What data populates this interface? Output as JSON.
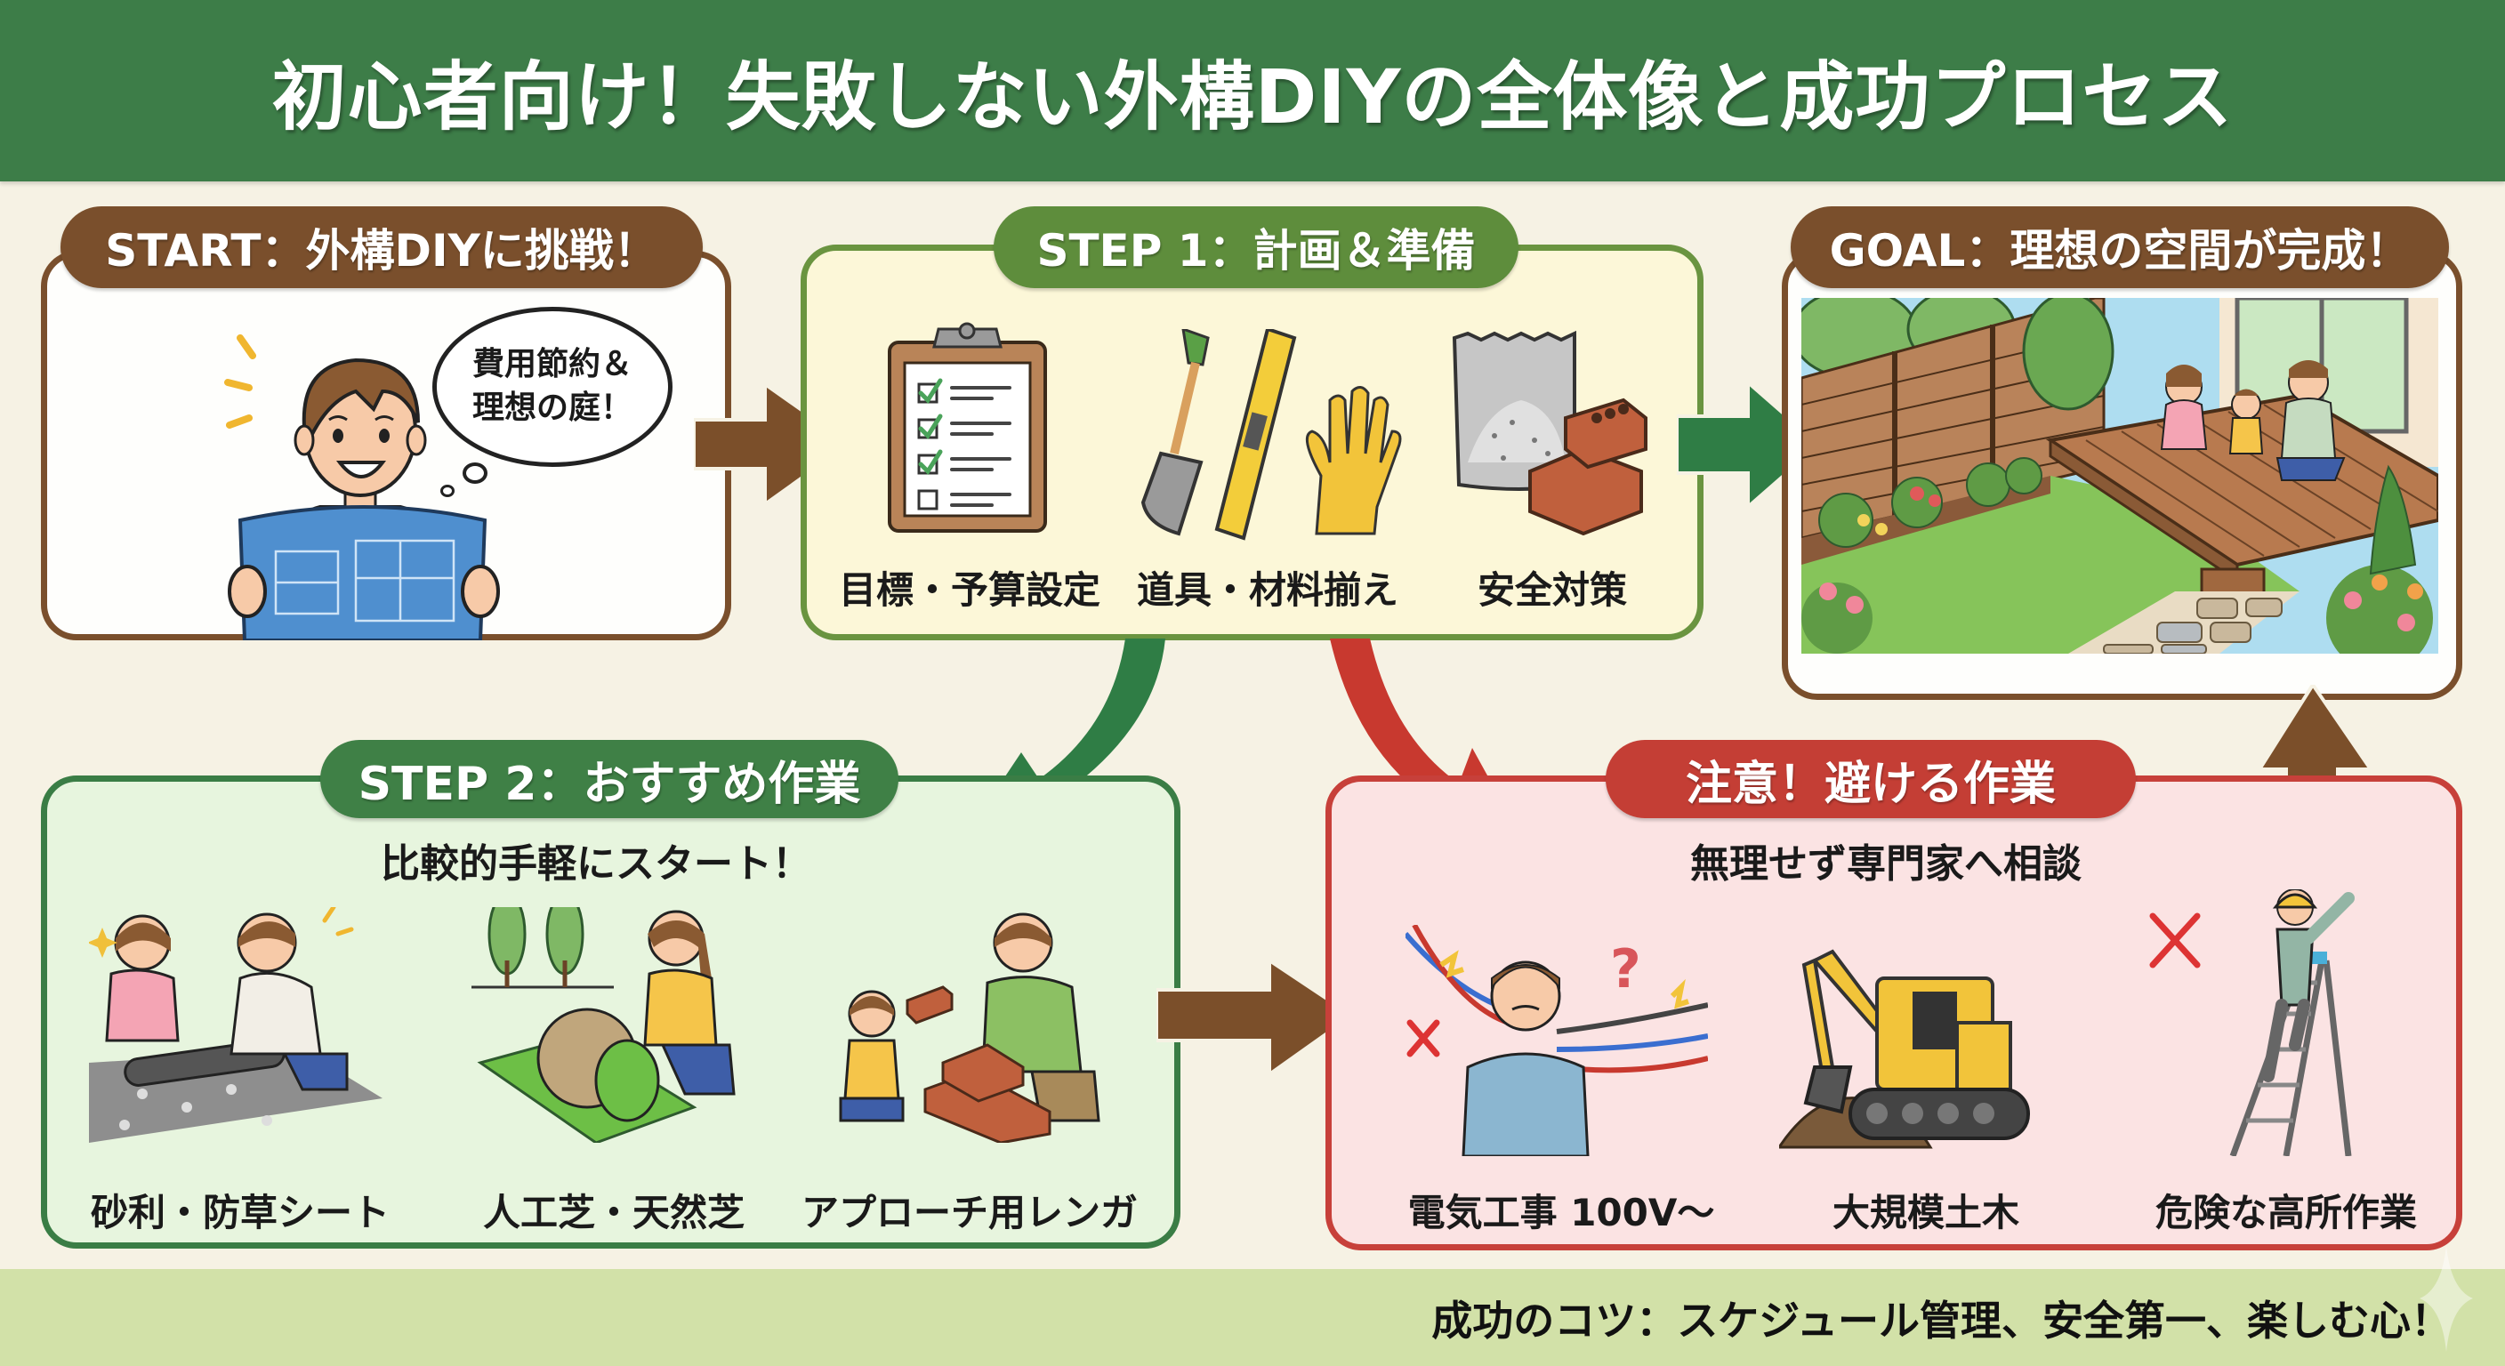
{
  "header": {
    "title": "初心者向け！失敗しない外構DIYの全体像と成功プロセス"
  },
  "start": {
    "label": "START：外構DIYに挑戦！",
    "bubble_line1": "費用節約＆",
    "bubble_line2": "理想の庭！",
    "illustration": "man-holding-blueprint"
  },
  "step1": {
    "label": "STEP 1：計画＆準備",
    "items": [
      {
        "caption": "目標・予算設定",
        "icon": "clipboard-checklist-icon"
      },
      {
        "caption": "道具・材料揃え",
        "icon": "shovel-level-glove-icon"
      },
      {
        "caption": "安全対策",
        "icon": "gravel-bag-bricks-icon"
      }
    ]
  },
  "goal": {
    "label": "GOAL：理想の空間が完成！",
    "illustration": "finished-garden-with-deck-and-family"
  },
  "step2": {
    "label": "STEP 2：おすすめ作業",
    "subtitle": "比較的手軽にスタート！",
    "items": [
      {
        "caption": "砂利・防草シート",
        "icon": "couple-laying-weed-sheet"
      },
      {
        "caption": "人工芝・天然芝",
        "icon": "woman-rolling-turf"
      },
      {
        "caption": "アプローチ用レンガ",
        "icon": "father-child-laying-bricks"
      }
    ]
  },
  "warning": {
    "label": "注意！避ける作業",
    "subtitle": "無理せず専門家へ相談",
    "items": [
      {
        "caption": "電気工事 100V～",
        "icon": "confused-worker-wires"
      },
      {
        "caption": "大規模土木",
        "icon": "excavator"
      },
      {
        "caption": "危険な高所作業",
        "icon": "worker-on-ladder"
      }
    ]
  },
  "footer": {
    "tip": "成功のコツ：スケジュール管理、安全第一、楽しむ心！"
  },
  "colors": {
    "header_green": "#3d7d48",
    "brown": "#7a4f2c",
    "arrow_brown": "#7b4f2a",
    "step1_green": "#5e8d3c",
    "step2_green": "#3f8046",
    "warning_red": "#c43e35",
    "footer_bg": "#d2e1a8",
    "page_bg": "#f6f2e4"
  }
}
